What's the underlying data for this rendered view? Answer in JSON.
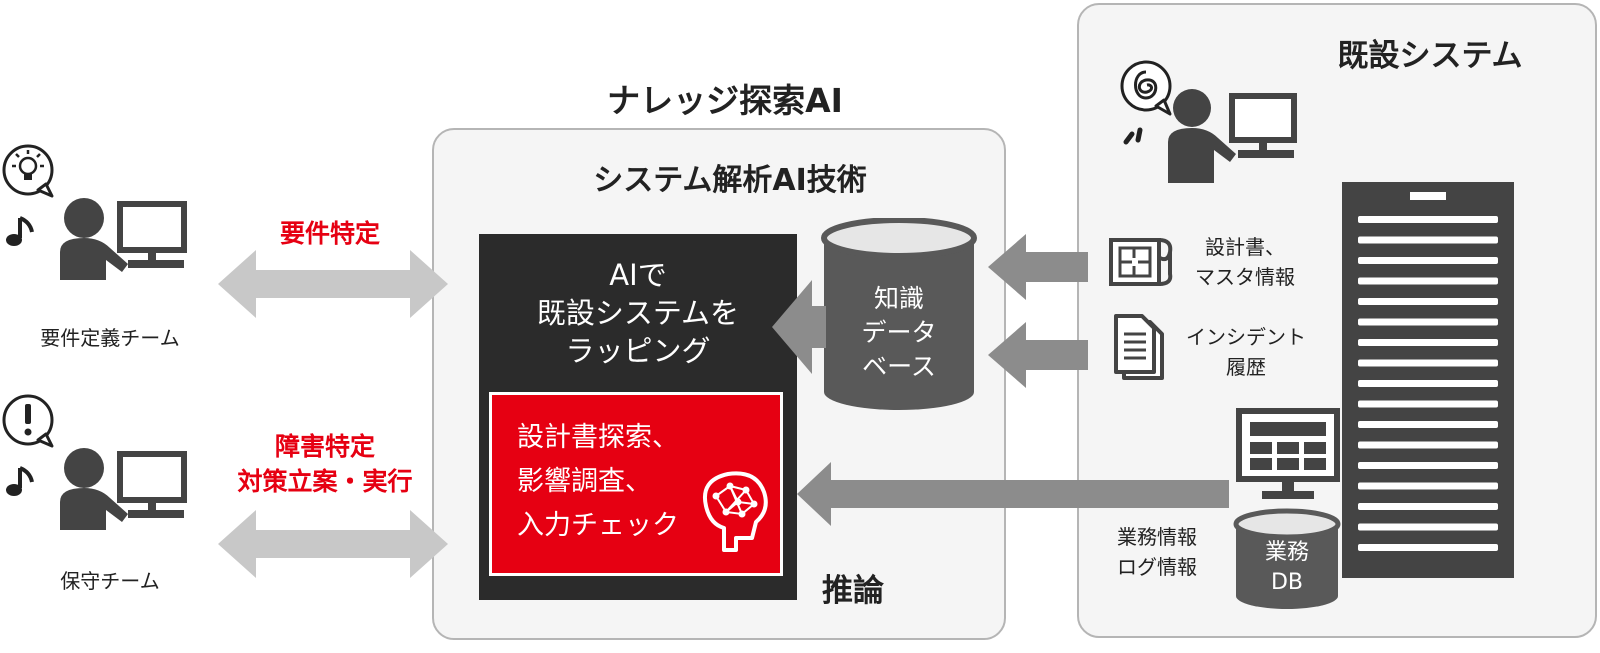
{
  "knowledge_ai_title": "ナレッジ探索AI",
  "system_analysis_title": "システム解析AI技術",
  "legacy_system_title": "既設システム",
  "left": {
    "requirements_team": "要件定義チーム",
    "maintenance_team": "保守チーム",
    "requirements_label": "要件特定",
    "fault_label_line1": "障害特定",
    "fault_label_line2": "対策立案・実行"
  },
  "ai_box": {
    "line1": "AIで",
    "line2": "既設システムを",
    "line3": "ラッピング"
  },
  "red_box": {
    "line1": "設計書探索、",
    "line2": "影響調査、",
    "line3": "入力チェック"
  },
  "knowledge_db": {
    "line1": "知識",
    "line2": "データ",
    "line3": "ベース"
  },
  "inference_label": "推論",
  "right": {
    "design_docs_line1": "設計書、",
    "design_docs_line2": "マスタ情報",
    "incident_line1": "インシデント",
    "incident_line2": "履歴",
    "business_info_line1": "業務情報",
    "business_info_line2": "ログ情報",
    "business_db_line1": "業務",
    "business_db_line2": "DB"
  },
  "colors": {
    "accent_red": "#e60012",
    "dark": "#2b2b2b",
    "gray_arrow": "#8c8c8c",
    "light_arrow": "#c8c8c8",
    "db_gray": "#595959"
  }
}
